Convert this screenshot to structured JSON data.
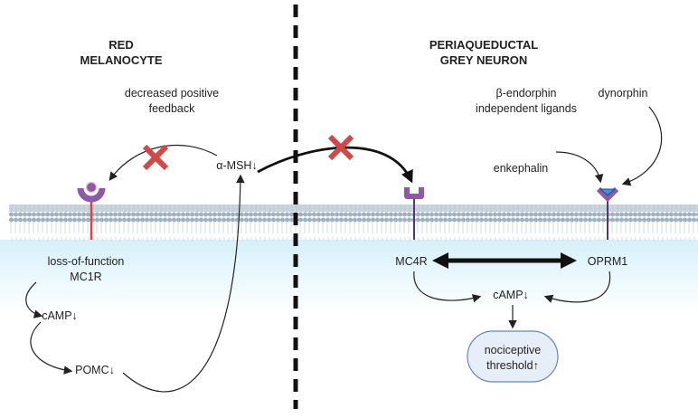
{
  "left_panel": {
    "title_line1": "RED",
    "title_line2": "MELANOCYTE",
    "feedback_line1": "decreased positive",
    "feedback_line2": "feedback",
    "msh": "α-MSH↓",
    "receptor_line1": "loss-of-function",
    "receptor_line2": "MC1R",
    "camp": "cAMP↓",
    "pomc": "POMC↓"
  },
  "right_panel": {
    "title_line1": "PERIAQUEDUCTAL",
    "title_line2": "GREY NEURON",
    "ligands_line1": "β-endorphin",
    "ligands_line2": "independent ligands",
    "dynorphin": "dynorphin",
    "enkephalin": "enkephalin",
    "mc4r": "MC4R",
    "oprm1": "OPRM1",
    "camp": "cAMP↓",
    "outcome_line1": "nociceptive",
    "outcome_line2": "threshold↑"
  },
  "colors": {
    "inhibit_x": "#d0484a",
    "receptor_purple": "#8e5aa8",
    "mc1r_stem": "#e04040",
    "ligand_blue": "#3d8fd6",
    "membrane": "#a9b8c8",
    "cytoplasm": "#dff3fa"
  }
}
